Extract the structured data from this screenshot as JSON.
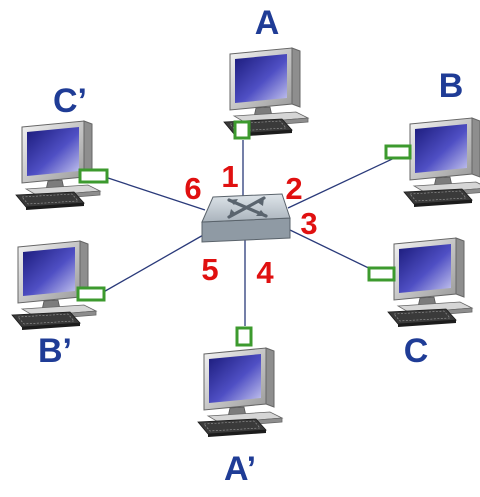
{
  "hosts": [
    {
      "id": "A",
      "label": "A"
    },
    {
      "id": "B",
      "label": "B"
    },
    {
      "id": "C",
      "label": "C"
    },
    {
      "id": "A2",
      "label": "A’"
    },
    {
      "id": "B2",
      "label": "B’"
    },
    {
      "id": "C2",
      "label": "C’"
    }
  ],
  "ports": [
    "1",
    "2",
    "3",
    "4",
    "5",
    "6"
  ],
  "colors": {
    "host_label": "#1f3c96",
    "port_label": "#e01010",
    "link": "#2a3a7a",
    "nic": "#3c9a2e",
    "switch": "#b9c2ca"
  }
}
